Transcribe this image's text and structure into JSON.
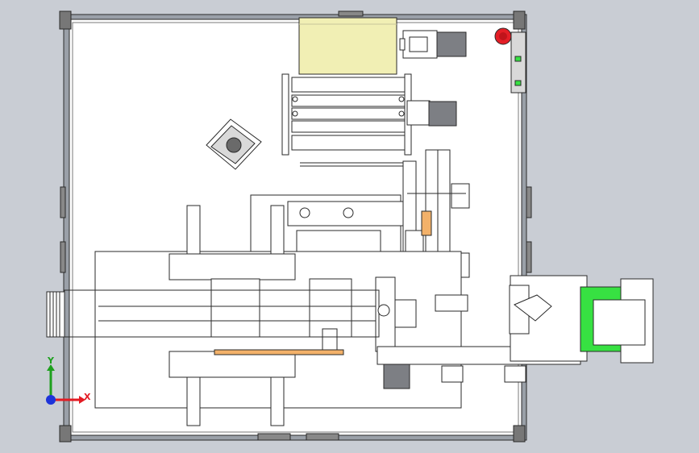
{
  "viewport": {
    "background_color": "#c9cdd4",
    "frame_color": "#6a6e74",
    "panel_color": "#ffffff"
  },
  "colors": {
    "film_roll": "#f1efb4",
    "conveyor_green": "#37e142",
    "orange_rod": "#f3b169",
    "estop_red": "#e41e26",
    "steel_dark": "#7d7f84",
    "line": "#2a2a2a"
  },
  "triad": {
    "x_label": "X",
    "y_label": "Y",
    "x_color": "#e31b23",
    "y_color": "#1ea01e",
    "origin_color": "#1d33d9"
  },
  "parts": [
    "film-roll",
    "feed-rollers",
    "servo-motor",
    "emergency-stop-button",
    "cooling-fan",
    "linear-slide",
    "conveyor-belt",
    "infeed-rails",
    "clamp-assembly",
    "frame-base"
  ]
}
